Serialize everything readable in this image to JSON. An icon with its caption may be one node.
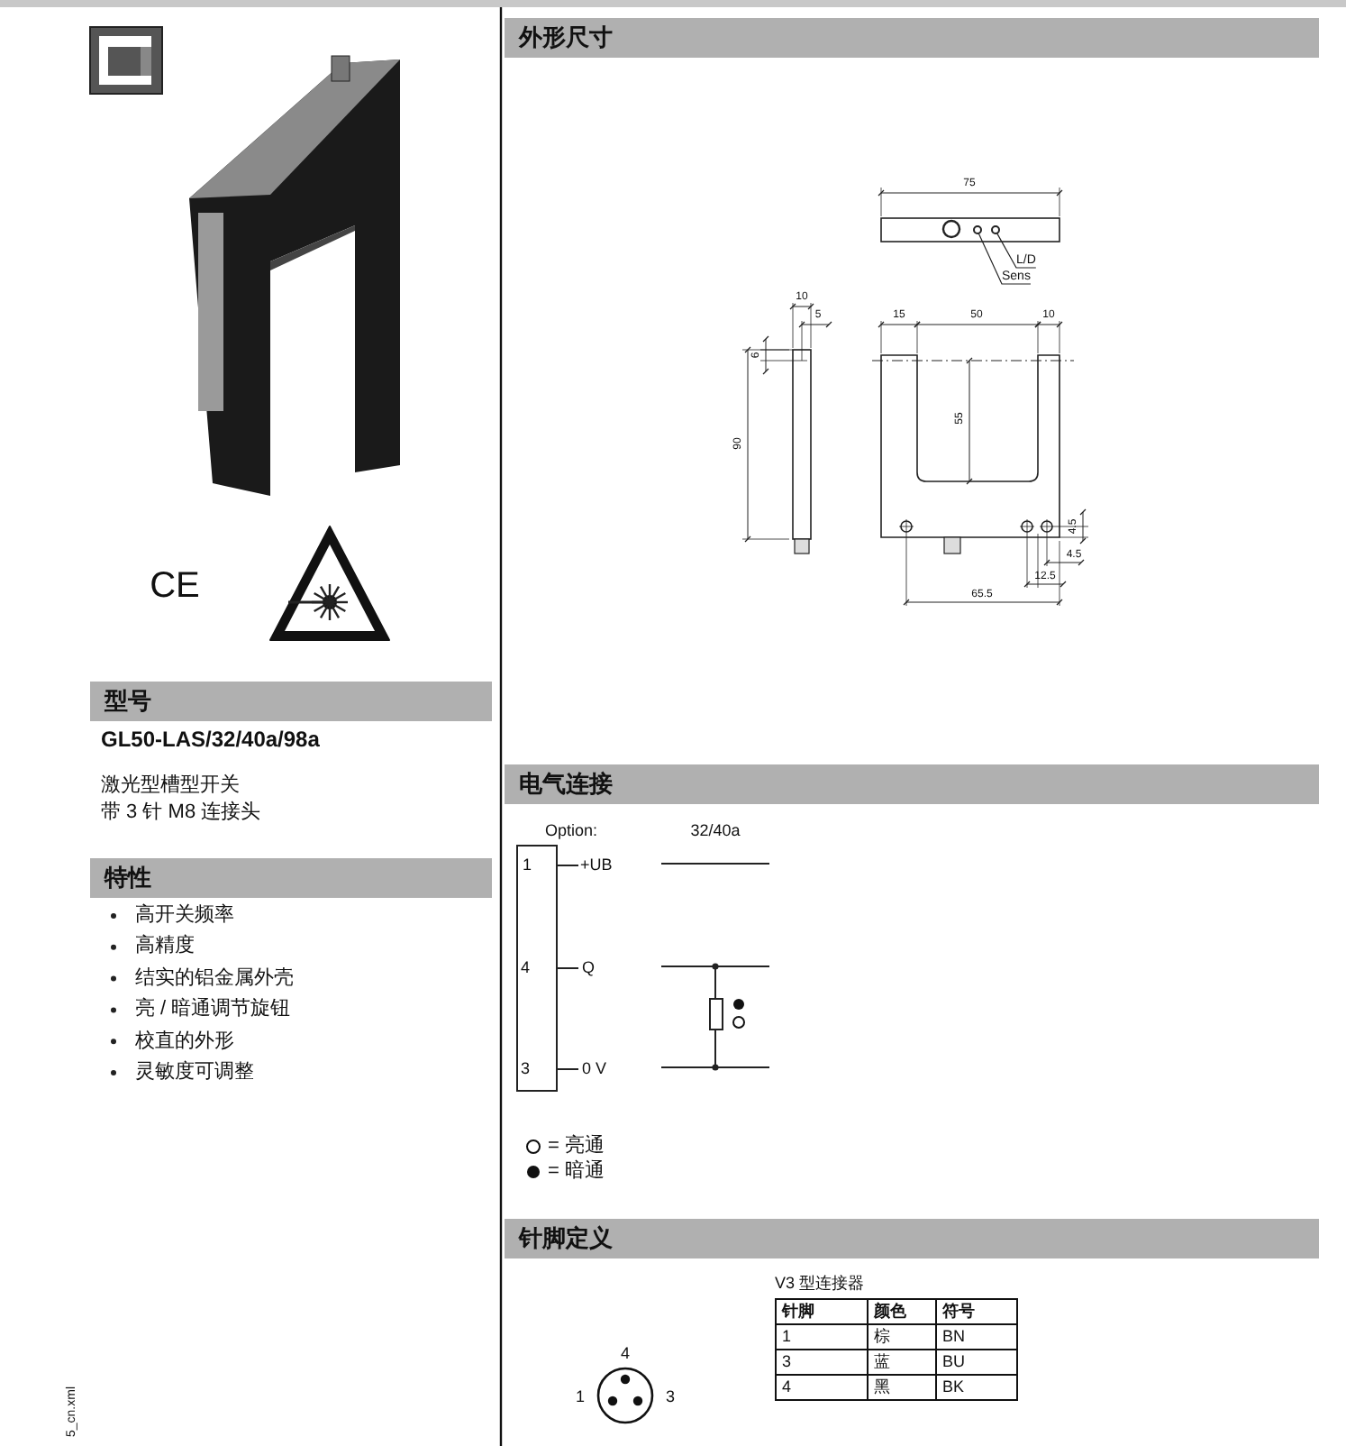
{
  "diagram": {
    "nodes": [
      {
        "text": [
          "型号"
        ]
      },
      {
        "text": [
          "特性"
        ]
      },
      {
        "text": [
          "外形尺寸"
        ]
      },
      {
        "text": [
          "电气连接"
        ]
      },
      {
        "text": [
          "针脚定义"
        ]
      },
      {
        "text": [
          "L/D"
        ]
      },
      {
        "text": [
          "Sens"
        ]
      },
      {
        "text": [],
        "shape": "circle"
      },
      {
        "text": [],
        "shape": "circle"
      }
    ],
    "edges": [
      {
        "from": 5,
        "to": 8,
        "arrow": "none"
      },
      {
        "from": 6,
        "to": 7,
        "arrow": "none"
      }
    ],
    "labels": [
      "GL50-LAS/32/40a/98a",
      "激光型槽型开关",
      "带 3 针 M8 连接头",
      "高开关频率",
      "高精度",
      "结实的铝金属外壳",
      "亮 / 暗通调节旋钮",
      "校直的外形",
      "灵敏度可调整",
      "CE",
      "5_cn.xml",
      "75",
      "10",
      "5",
      "6",
      "90",
      "15",
      "50",
      "10",
      "55",
      "4.5",
      "4.5",
      "12.5",
      "65.5",
      "Option:",
      "32/40a",
      "1",
      "+UB",
      "4",
      "Q",
      "3",
      "0 V",
      "V3 型连接器",
      "针脚",
      "颜色",
      "符号",
      "1",
      "棕",
      "BN",
      "3",
      "蓝",
      "BU",
      "4",
      "黑",
      "BK",
      "4",
      "1",
      "3"
    ],
    "legend": [
      {
        "text": "= 亮通"
      },
      {
        "text": "= 暗通"
      }
    ]
  }
}
